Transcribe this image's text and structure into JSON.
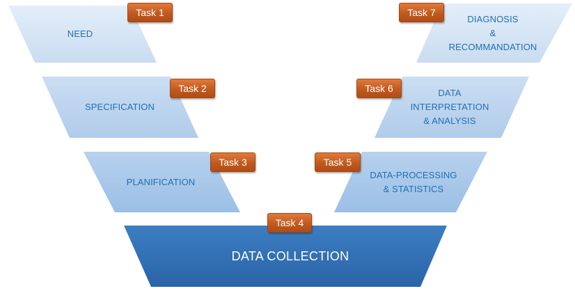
{
  "stages": [
    {
      "id": "need",
      "task": "Task 1",
      "lines": [
        "NEED"
      ],
      "fill": "#d3e4f5"
    },
    {
      "id": "specification",
      "task": "Task 2",
      "lines": [
        "SPECIFICATION"
      ],
      "fill": "#bcd5ee"
    },
    {
      "id": "planification",
      "task": "Task 3",
      "lines": [
        "PLANIFICATION"
      ],
      "fill": "#a9c8e8"
    },
    {
      "id": "data-collection",
      "task": "Task 4",
      "lines": [
        "DATA COLLECTION"
      ],
      "fill": "#3f7fc3"
    },
    {
      "id": "data-processing",
      "task": "Task 5",
      "lines": [
        "DATA-PROCESSING",
        "& STATISTICS"
      ],
      "fill": "#a9c8e8"
    },
    {
      "id": "data-interpretation",
      "task": "Task 6",
      "lines": [
        "DATA",
        "INTERPRETATION",
        "& ANALYSIS"
      ],
      "fill": "#bcd5ee"
    },
    {
      "id": "diagnosis",
      "task": "Task 7",
      "lines": [
        "DIAGNOSIS",
        "&",
        "RECOMMANDATION"
      ],
      "fill": "#d3e4f5"
    }
  ],
  "colors": {
    "label_text": "#1f6fb3",
    "task_badge": "#c25a1f",
    "collection_text": "#ffffff"
  }
}
